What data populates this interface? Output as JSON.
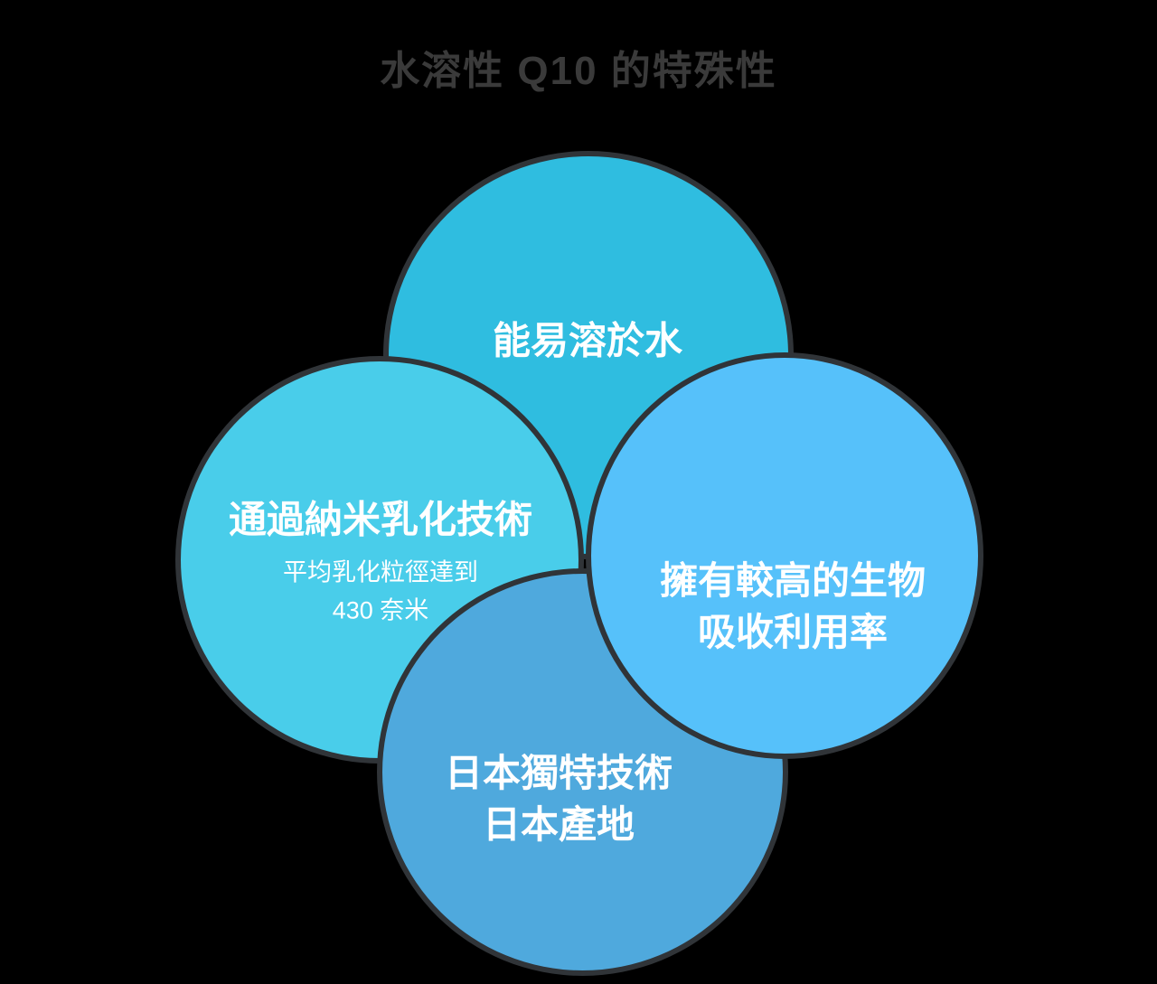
{
  "title": "水溶性 Q10 的特殊性",
  "colors": {
    "background": "#000000",
    "title_text": "#3a3a3a",
    "outline": "#303438",
    "label_text": "#ffffff",
    "circle_top_fill": "#2fbde0",
    "circle_left_fill": "#49cdea",
    "circle_right_fill": "#56c1fa",
    "circle_bottom_fill": "#4fa9dd"
  },
  "diagram": {
    "type": "overlapping-circles",
    "circles": [
      {
        "id": "water-soluble",
        "position": "top",
        "label": "能易溶於水",
        "color": "#2fbde0"
      },
      {
        "id": "nano-emulsion",
        "position": "left",
        "label": "通過納米乳化技術",
        "sublabel_line1": "平均乳化粒徑達到",
        "sublabel_line2": "430 奈米",
        "color": "#49cdea"
      },
      {
        "id": "bioavailability",
        "position": "right",
        "label_line1": "擁有較高的生物",
        "label_line2": "吸收利用率",
        "color": "#56c1fa"
      },
      {
        "id": "japan-origin",
        "position": "bottom",
        "label_line1": "日本獨特技術",
        "label_line2": "日本產地",
        "color": "#4fa9dd"
      }
    ]
  }
}
